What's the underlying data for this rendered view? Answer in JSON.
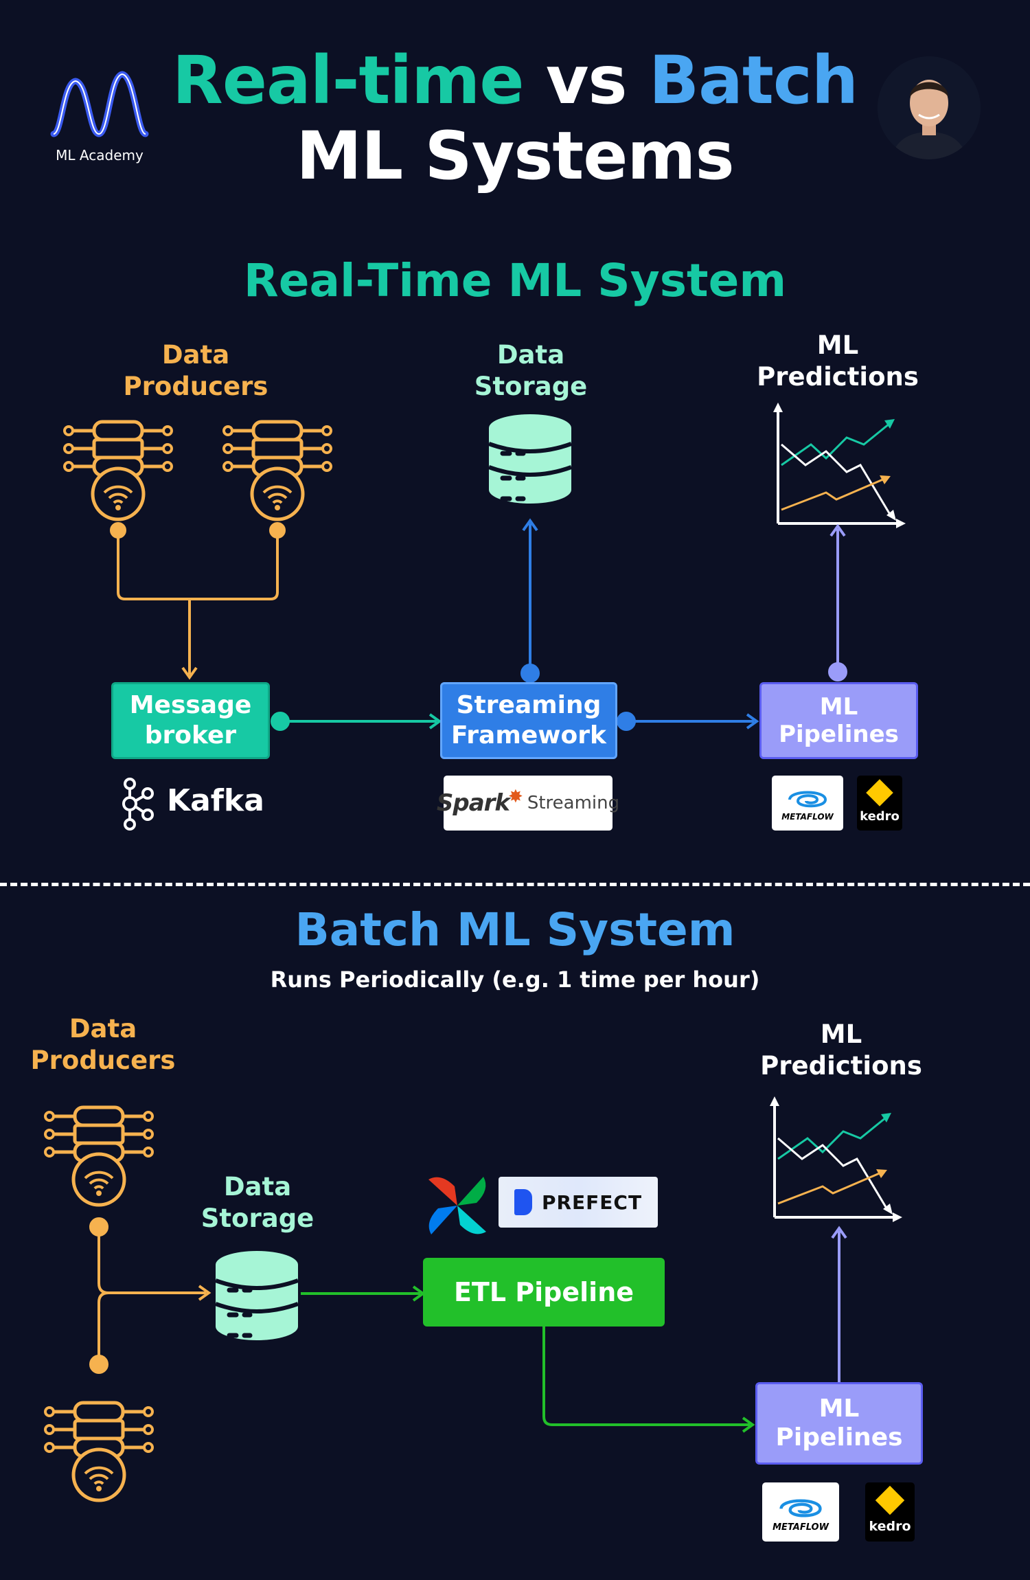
{
  "header": {
    "title_realtime": "Real-time",
    "title_vs": "vs",
    "title_batch": "Batch",
    "title_line2": "ML Systems",
    "brand": "ML Academy"
  },
  "realtime": {
    "title": "Real-Time ML System",
    "producers_label": "Data\nProducers",
    "storage_label": "Data\nStorage",
    "predictions_label": "ML\nPredictions",
    "broker_label": "Message\nbroker",
    "streaming_label": "Streaming\nFramework",
    "pipelines_label": "ML\nPipelines",
    "kafka": "Kafka",
    "spark": "Spark",
    "spark_streaming": "Streaming",
    "metaflow": "METAFLOW",
    "kedro": "kedro"
  },
  "batch": {
    "title": "Batch ML System",
    "subtitle": "Runs Periodically (e.g. 1 time per hour)",
    "producers_label": "Data\nProducers",
    "storage_label": "Data\nStorage",
    "predictions_label": "ML\nPredictions",
    "etl_label": "ETL Pipeline",
    "pipelines_label": "ML\nPipelines",
    "prefect": "PREFECT",
    "metaflow": "METAFLOW",
    "kedro": "kedro"
  },
  "colors": {
    "background": "#0c1024",
    "teal": "#17c9a4",
    "blue": "#4aa6f2",
    "orange": "#f6b24f",
    "mint": "#a6f5d6",
    "streaming": "#2f7ee6",
    "pipelines": "#9a9cf9",
    "etl": "#22c02a"
  }
}
